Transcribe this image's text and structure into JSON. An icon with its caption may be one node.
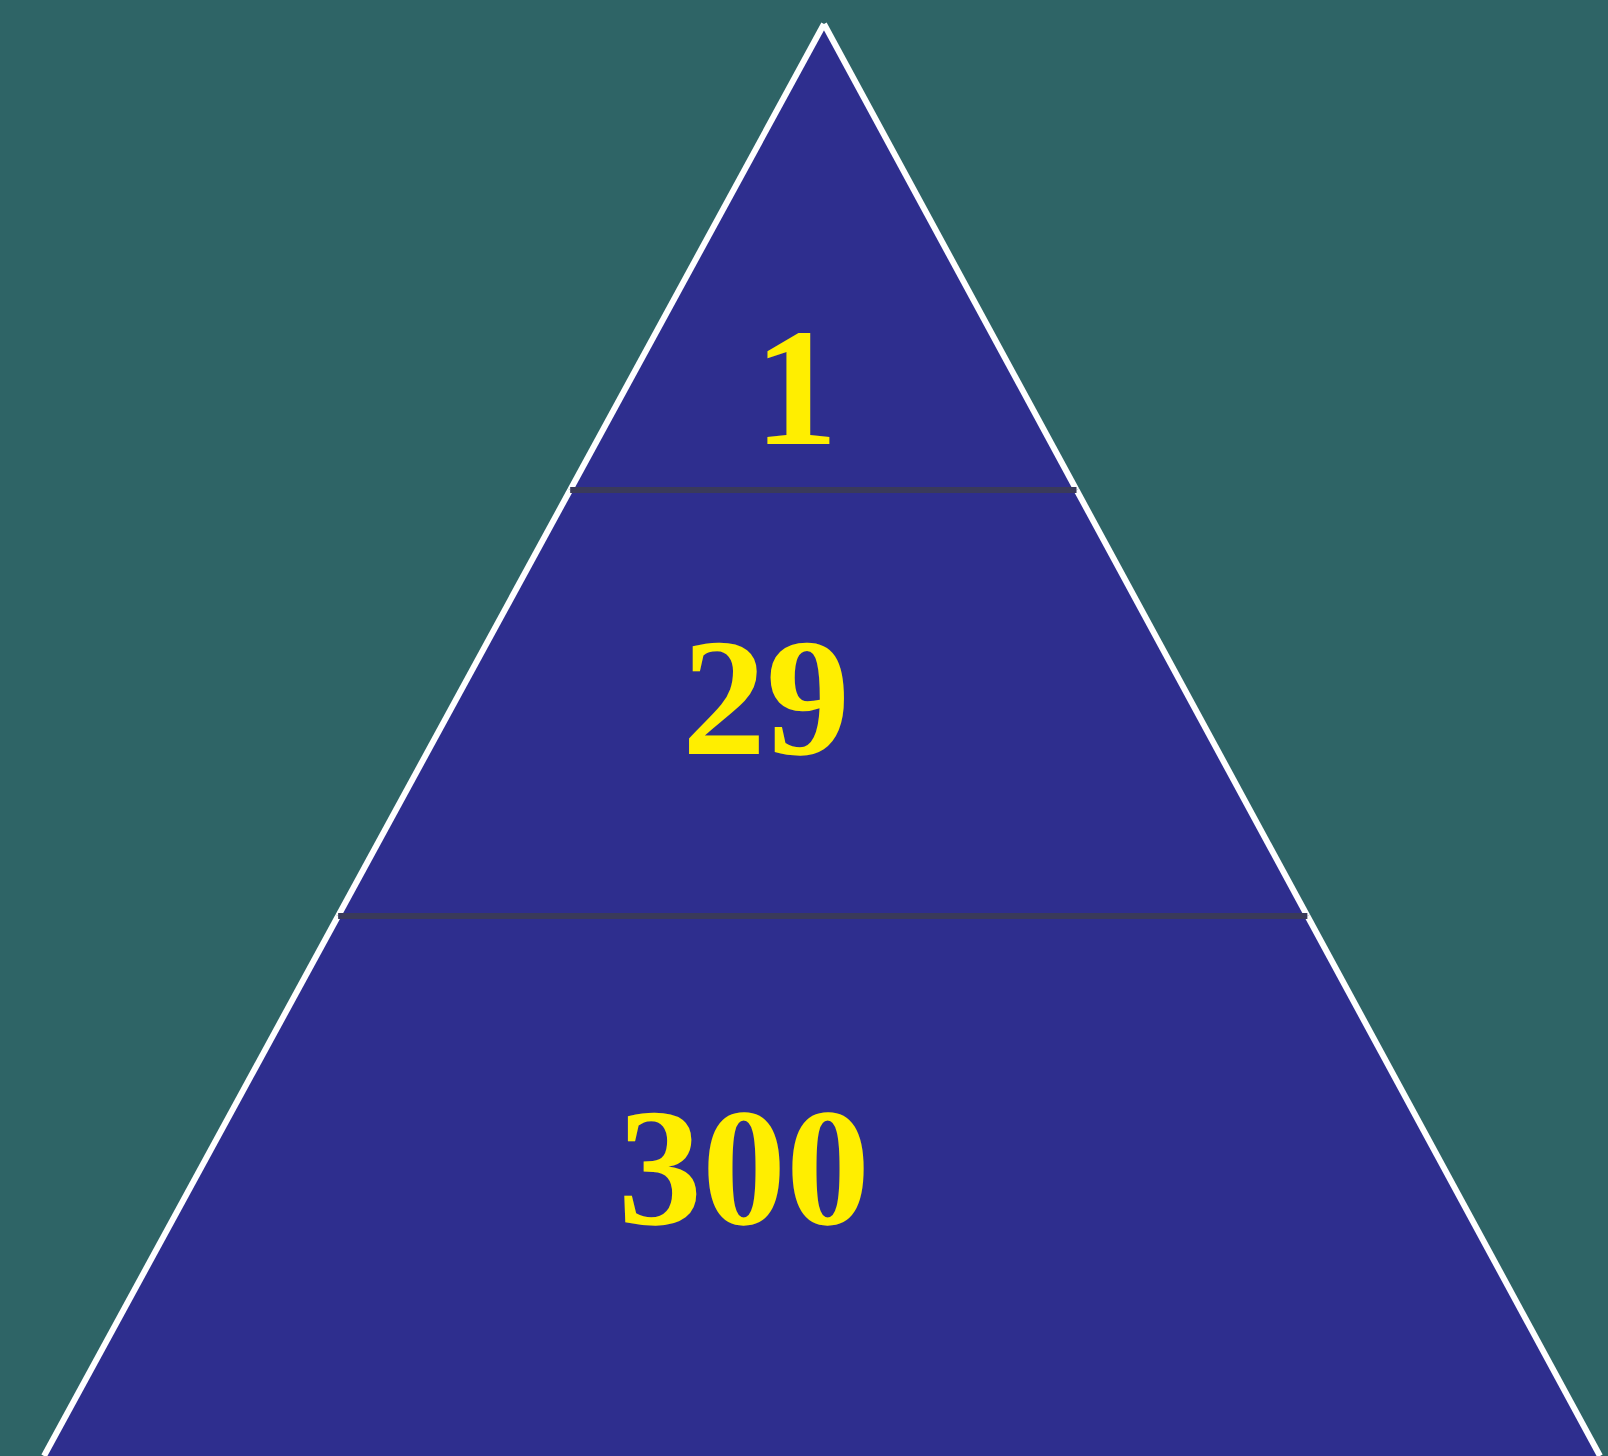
{
  "diagram": {
    "nodes": [
      {
        "text": [
          "1"
        ]
      },
      {
        "text": [
          "29"
        ]
      },
      {
        "text": [
          "300"
        ]
      }
    ]
  }
}
